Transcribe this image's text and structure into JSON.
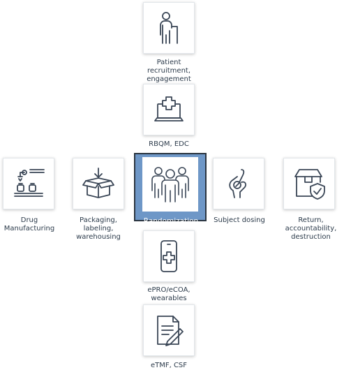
{
  "steps": {
    "patient": {
      "label": "Patient\nrecruitment,\nengagement",
      "icon": "person-with-cane-icon"
    },
    "rbqm": {
      "label": "RBQM, EDC",
      "icon": "laptop-medical-icon"
    },
    "drug": {
      "label": "Drug\nManufacturing",
      "icon": "factory-robot-arm-icon"
    },
    "packaging": {
      "label": "Packaging,\nlabeling,\nwarehousing",
      "icon": "package-box-icon"
    },
    "randomization": {
      "label": "Randomization",
      "icon": "group-of-people-icon"
    },
    "dosing": {
      "label": "Subject dosing",
      "icon": "hand-holding-pill-icon"
    },
    "return": {
      "label": "Return,\naccountability,\ndestruction",
      "icon": "box-with-shield-icon"
    },
    "epro": {
      "label": "ePRO/eCOA,\nwearables",
      "icon": "smartphone-medical-icon"
    },
    "etmf": {
      "label": "eTMF, CSF",
      "icon": "document-with-pen-icon"
    }
  },
  "colors": {
    "icon_stroke": "#3a4656",
    "highlight": "#6e97c7",
    "text": "#2b3a4a"
  }
}
